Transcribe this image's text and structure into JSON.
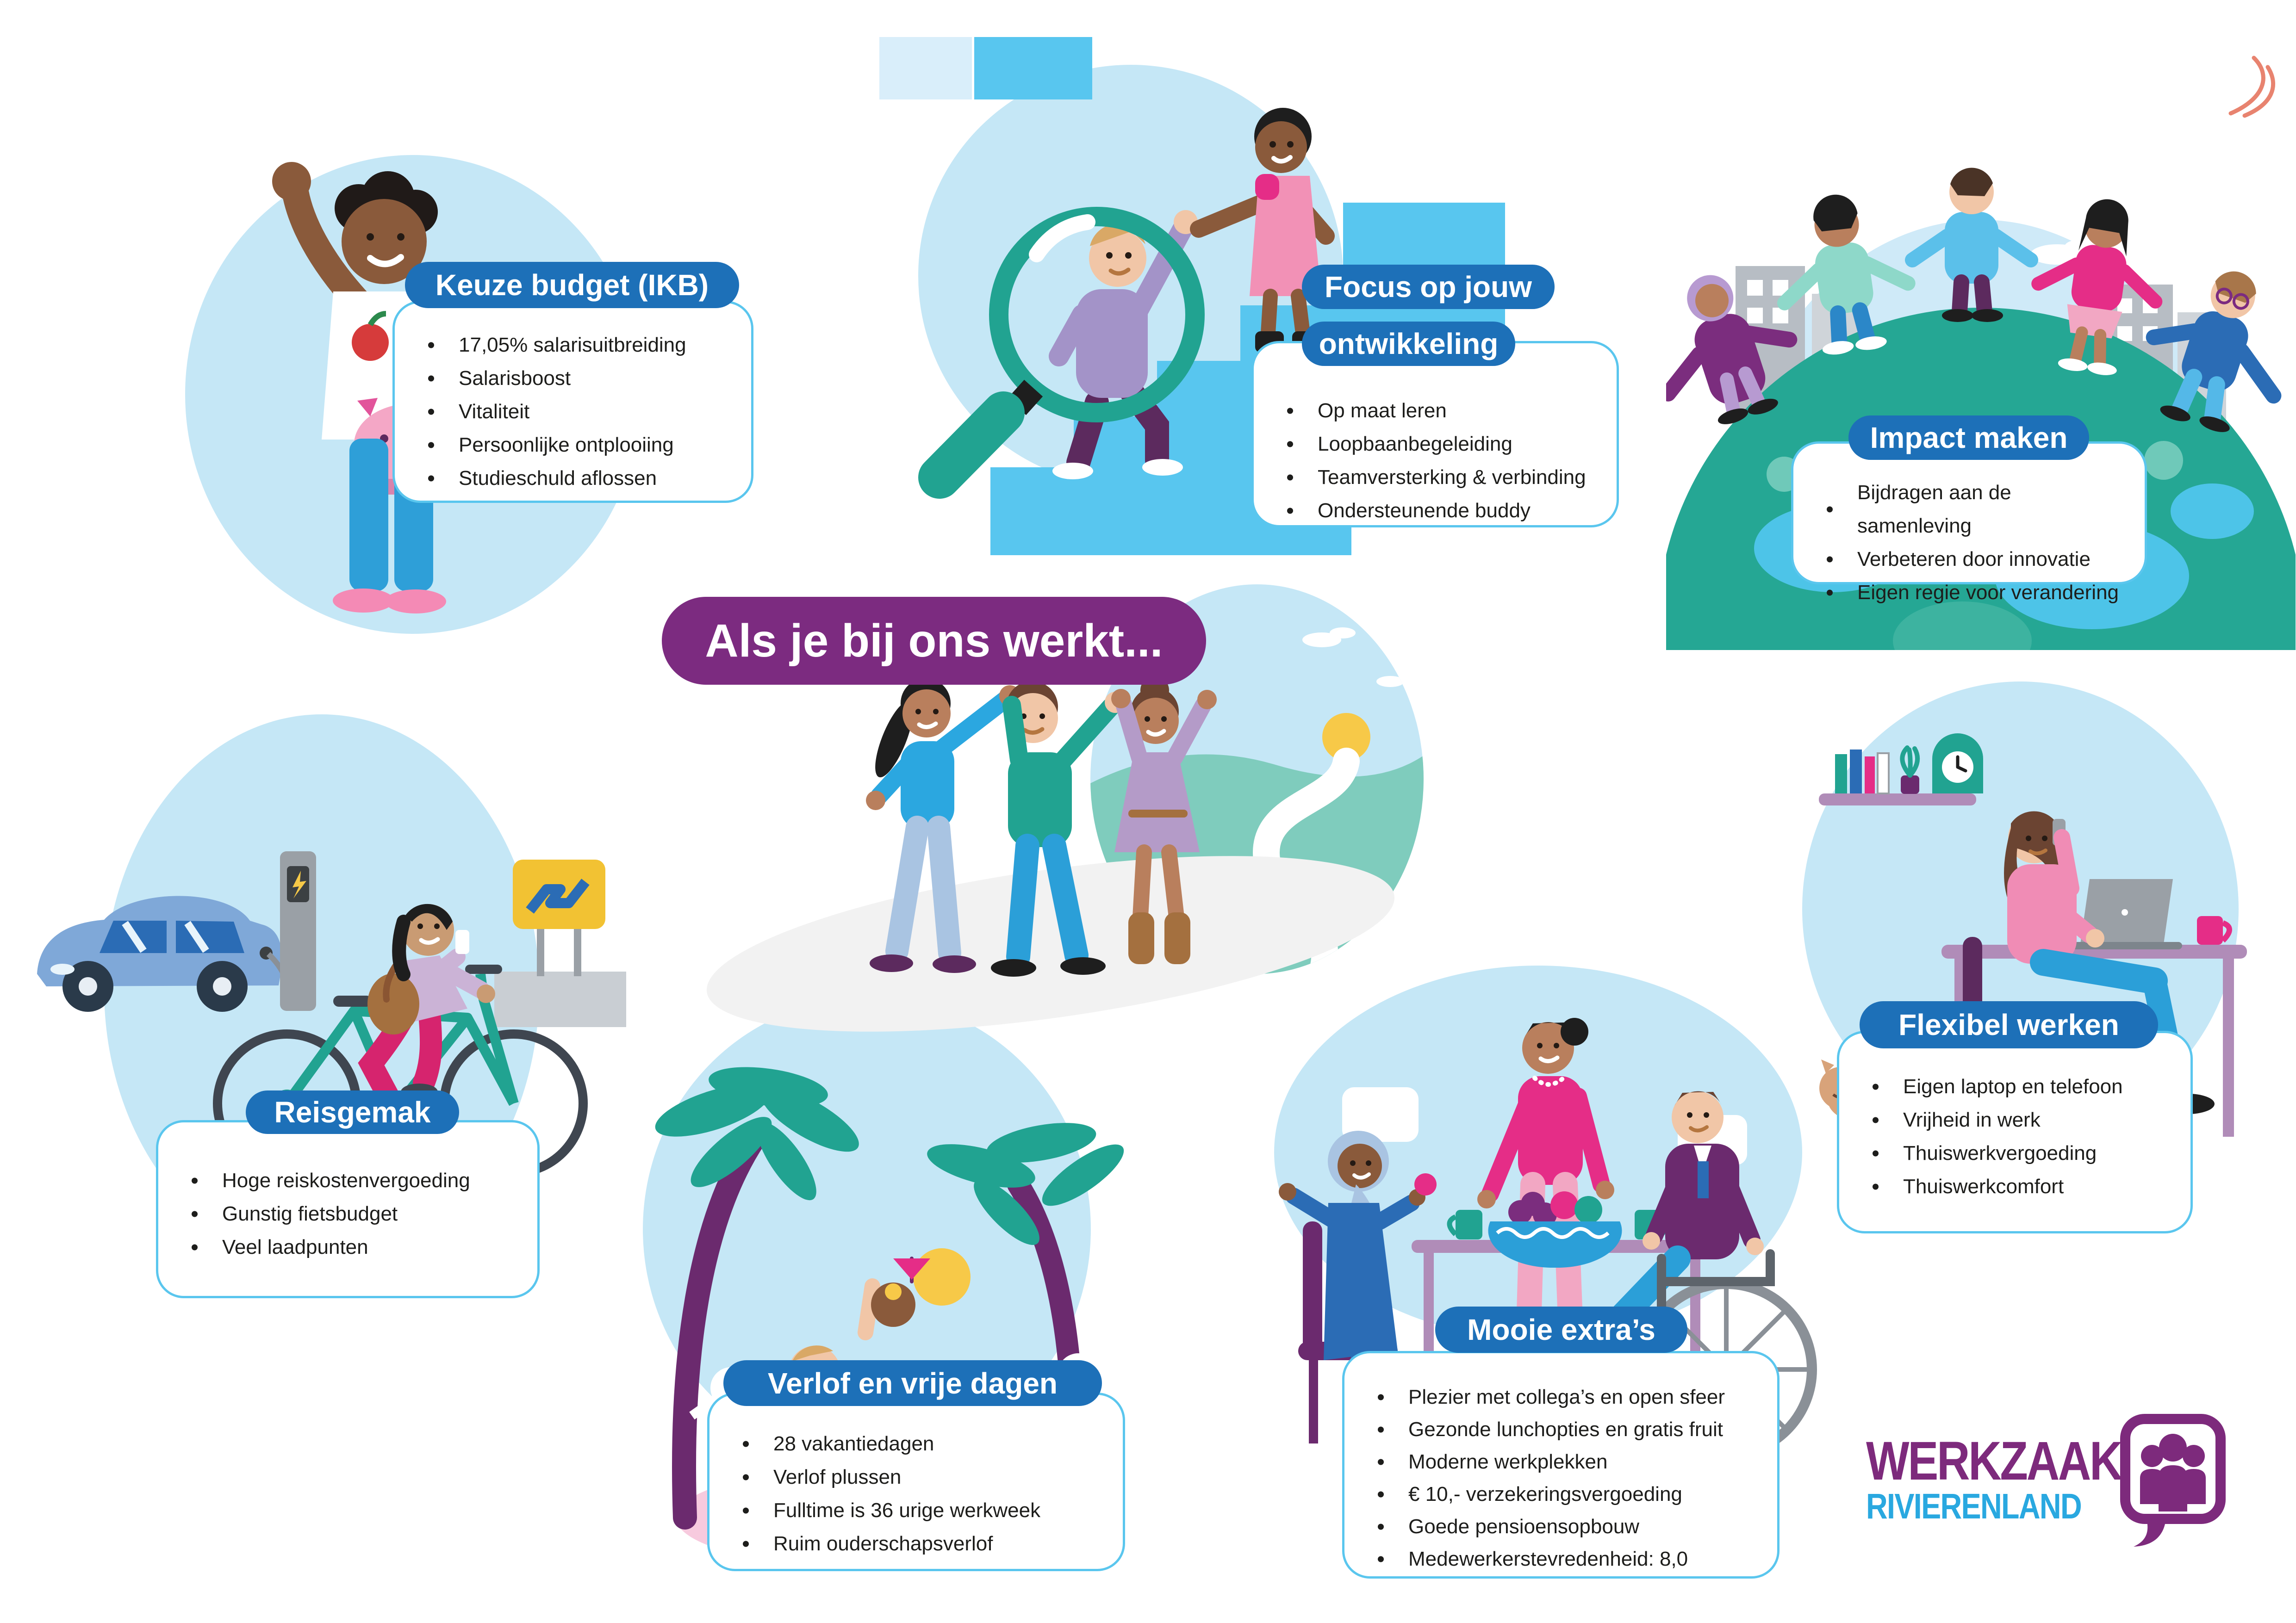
{
  "main_title": "Als je bij ons werkt...",
  "sections": {
    "keuze": {
      "title": "Keuze budget (IKB)",
      "items": [
        "17,05% salarisuitbreiding",
        "Salarisboost",
        "Vitaliteit",
        "Persoonlijke ontplooiing",
        "Studieschuld aflossen"
      ]
    },
    "focus": {
      "title_line1": "Focus op jouw",
      "title_line2": "ontwikkeling",
      "items": [
        "Op maat leren",
        "Loopbaanbegeleiding",
        "Teamversterking & verbinding",
        "Ondersteunende buddy"
      ]
    },
    "impact": {
      "title": "Impact maken",
      "items": [
        "Bijdragen aan de samenleving",
        "Verbeteren door innovatie",
        "Eigen regie voor verandering"
      ]
    },
    "reisgemak": {
      "title": "Reisgemak",
      "items": [
        "Hoge reiskostenvergoeding",
        "Gunstig fietsbudget",
        "Veel laadpunten"
      ]
    },
    "verlof": {
      "title": "Verlof en vrije dagen",
      "items": [
        "28 vakantiedagen",
        "Verlof plussen",
        "Fulltime is 36 urige werkweek",
        "Ruim ouderschapsverlof"
      ]
    },
    "mooie": {
      "title": "Mooie extra’s",
      "items": [
        "Plezier met collega’s en open sfeer",
        "Gezonde lunchopties en gratis fruit",
        "Moderne werkplekken",
        "€ 10,- verzekeringsvergoeding",
        "Goede pensioensopbouw",
        "Medewerkerstevredenheid: 8,0"
      ]
    },
    "flexibel": {
      "title": "Flexibel werken",
      "items": [
        "Eigen laptop en telefoon",
        "Vrijheid in werk",
        "Thuiswerkvergoeding",
        "Thuiswerkcomfort"
      ]
    }
  },
  "logo": {
    "name_top": "WERKZAAK",
    "name_bottom": "RIVIERENLAND"
  },
  "colors": {
    "pill_blue": "#1d70b8",
    "card_border": "#5ac6ee",
    "circle_blue": "#c5e7f6",
    "accent_purple": "#7c2b80",
    "teal": "#21a391",
    "step_blue": "#58c6ef",
    "logo_purple": "#7d2a7c",
    "logo_blue": "#29a8e0",
    "text_dark": "#1d1d1b"
  }
}
